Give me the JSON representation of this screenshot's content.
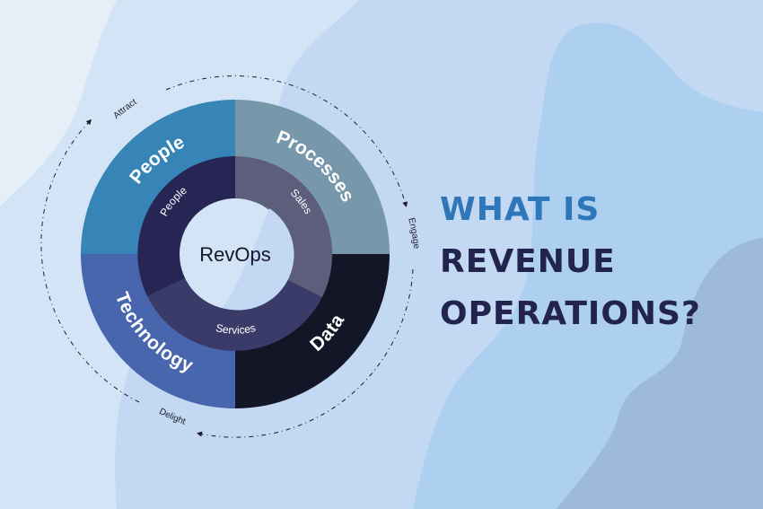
{
  "headline": {
    "line1": "WHAT IS",
    "line2": "REVENUE",
    "line3": "OPERATIONS?",
    "colors": {
      "line1": "#2f77b8",
      "line2": "#22244f"
    }
  },
  "wheel": {
    "center_label": "RevOps",
    "outer_ring": [
      {
        "label": "People",
        "color": "#3784b7"
      },
      {
        "label": "Processes",
        "color": "#7797aa"
      },
      {
        "label": "Data",
        "color": "#131627"
      },
      {
        "label": "Technology",
        "color": "#4866ae"
      }
    ],
    "inner_ring": [
      {
        "label": "People",
        "color": "#262553"
      },
      {
        "label": "Sales",
        "color": "#5d5e7c"
      },
      {
        "label": "Services",
        "color": "#3b3b69"
      }
    ]
  },
  "cycle": {
    "stages": [
      "Attract",
      "Engage",
      "Delight"
    ]
  },
  "background": {
    "colors": [
      "#e6eef7",
      "#d3e4f6",
      "#c3d8f2",
      "#aed0f0",
      "#9dbbd8"
    ]
  }
}
